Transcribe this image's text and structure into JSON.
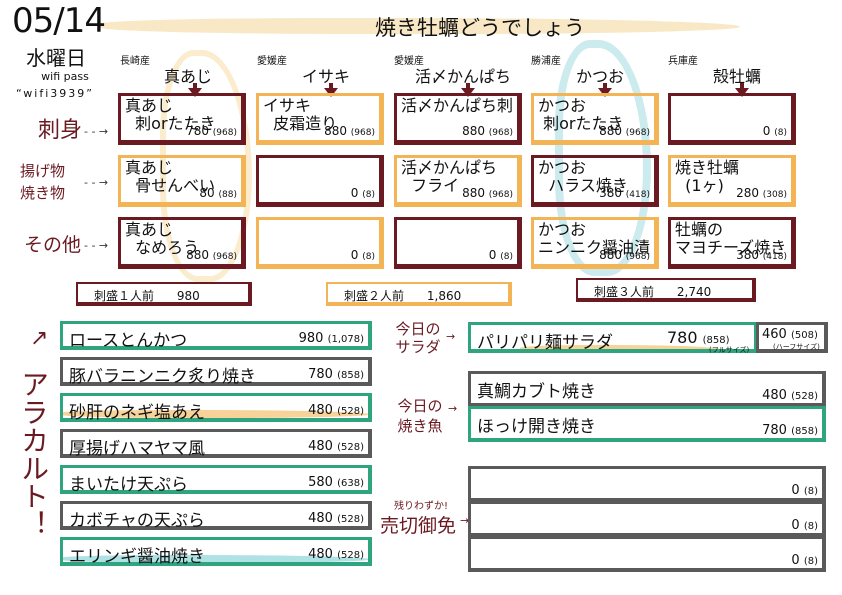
{
  "header": {
    "date": "05/14",
    "weekday": "水曜日",
    "wifi_label": "wifi pass",
    "wifi_password": "“wifi3939”",
    "title": "焼き牡蠣どうでしょう"
  },
  "colors": {
    "maroon": "#6b1a22",
    "orange": "#f2b455",
    "teal": "#2ea57f",
    "gray": "#5a5a5a"
  },
  "columns": [
    {
      "origin": "長崎産",
      "fish": "真あじ"
    },
    {
      "origin": "愛媛産",
      "fish": "イサキ"
    },
    {
      "origin": "愛媛産",
      "fish": "活〆かんぱち"
    },
    {
      "origin": "勝浦産",
      "fish": "かつお"
    },
    {
      "origin": "兵庫産",
      "fish": "殻牡蠣"
    }
  ],
  "rows": [
    {
      "label": "刺身",
      "cells": [
        {
          "dish": "真あじ\n  刺orたたき",
          "price": "780",
          "tax": "(968)"
        },
        {
          "dish": "イサキ\n  皮霜造り",
          "price": "880",
          "tax": "(968)"
        },
        {
          "dish": "活〆かんぱち刺",
          "price": "880",
          "tax": "(968)"
        },
        {
          "dish": "かつお\n 刺orたたき",
          "price": "880",
          "tax": "(968)"
        },
        {
          "dish": "",
          "price": "0",
          "tax": "(8)"
        }
      ]
    },
    {
      "label": "揚げ物\n焼き物",
      "cells": [
        {
          "dish": "真あじ\n  骨せんべい",
          "price": "80",
          "tax": "(88)"
        },
        {
          "dish": "",
          "price": "0",
          "tax": "(8)"
        },
        {
          "dish": "活〆かんぱち\n  フライ",
          "price": "880",
          "tax": "(968)"
        },
        {
          "dish": "かつお\n  ハラス焼き",
          "price": "380",
          "tax": "(418)"
        },
        {
          "dish": "焼き牡蠣\n  (1ヶ)",
          "price": "280",
          "tax": "(308)"
        }
      ]
    },
    {
      "label": "その他",
      "cells": [
        {
          "dish": "真あじ\n  なめろう",
          "price": "880",
          "tax": "(968)"
        },
        {
          "dish": "",
          "price": "0",
          "tax": "(8)"
        },
        {
          "dish": "",
          "price": "0",
          "tax": "(8)"
        },
        {
          "dish": "かつお\nニンニク醤油漬",
          "price": "880",
          "tax": "(968)"
        },
        {
          "dish": "牡蠣の\nマヨチーズ焼き",
          "price": "380",
          "tax": "(418)"
        }
      ]
    }
  ],
  "sashimi_sets": [
    {
      "label": "刺盛１人前",
      "price": "980"
    },
    {
      "label": "刺盛２人前",
      "price": "1,860"
    },
    {
      "label": "刺盛３人前",
      "price": "2,740"
    }
  ],
  "alacarte": {
    "label": "アラカルト！",
    "items": [
      {
        "name": "ロースとんかつ",
        "price": "980",
        "tax": "(1,078)"
      },
      {
        "name": "豚バラニンニク炙り焼き",
        "price": "780",
        "tax": "(858)"
      },
      {
        "name": "砂肝のネギ塩あえ",
        "price": "480",
        "tax": "(528)"
      },
      {
        "name": "厚揚げハマヤマ風",
        "price": "480",
        "tax": "(528)"
      },
      {
        "name": "まいたけ天ぷら",
        "price": "580",
        "tax": "(638)"
      },
      {
        "name": "カボチャの天ぷら",
        "price": "480",
        "tax": "(528)"
      },
      {
        "name": "エリンギ醤油焼き",
        "price": "480",
        "tax": "(528)"
      }
    ]
  },
  "salad": {
    "label": "今日の\nサラダ",
    "name": "パリパリ麺サラダ",
    "full_price": "780",
    "full_tax": "(858)",
    "full_note": "(フルサイズ)",
    "half_price": "460",
    "half_tax": "(508)",
    "half_note": "(ハーフサイズ)"
  },
  "grilled_fish": {
    "label": "今日の\n焼き魚",
    "items": [
      {
        "name": "真鯛カブト焼き",
        "price": "480",
        "tax": "(528)"
      },
      {
        "name": "ほっけ開き焼き",
        "price": "780",
        "tax": "(858)"
      }
    ]
  },
  "sold_out": {
    "note": "残りわずか!",
    "label": "売切御免",
    "items": [
      {
        "price": "0",
        "tax": "(8)"
      },
      {
        "price": "0",
        "tax": "(8)"
      },
      {
        "price": "0",
        "tax": "(8)"
      }
    ]
  }
}
